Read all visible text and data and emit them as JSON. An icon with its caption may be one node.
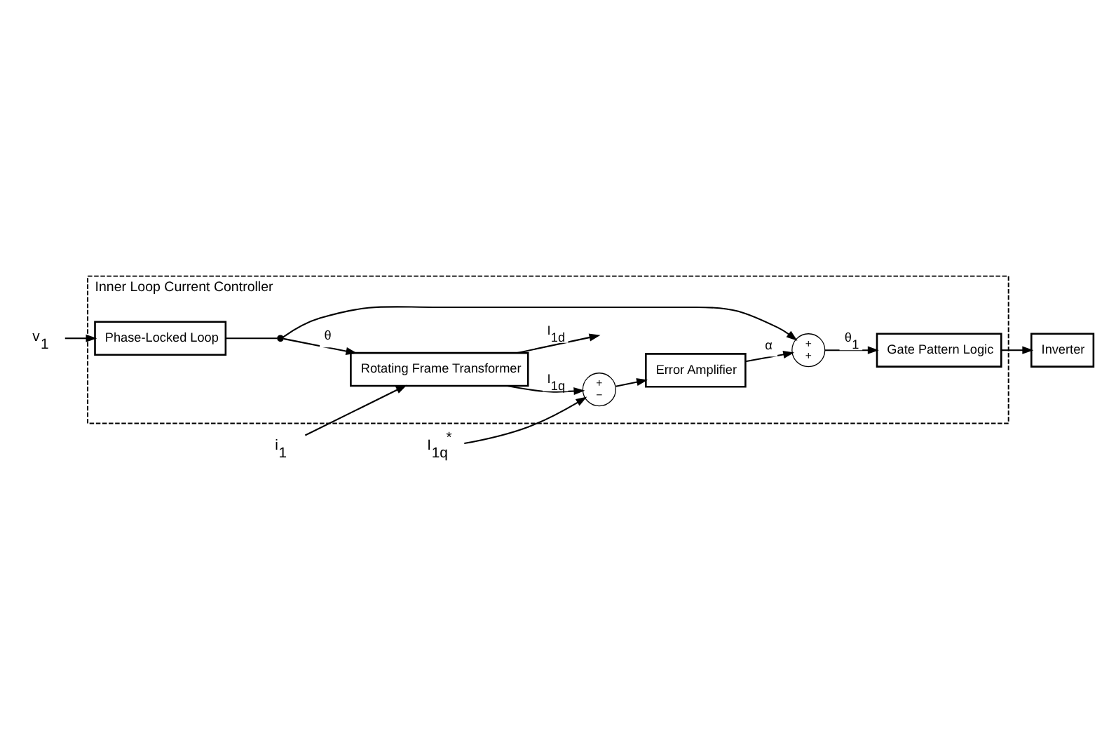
{
  "diagram": {
    "nodes": [
      {
        "text": [
          "Inner Loop Current Controller"
        ]
      },
      {
        "text": [
          "I$_{1q}$$^{*}$"
        ]
      },
      {
        "text": [
          "+",
          "−"
        ],
        "in": 0
      },
      {
        "text": [
          "Error Amplifier"
        ],
        "in": 0
      },
      {
        "text": [
          "Rotating Frame Transformer"
        ],
        "in": 0
      },
      {
        "text": [
          "i$_{1}$"
        ]
      },
      {
        "text": [],
        "shape": "circle",
        "in": 0
      },
      {
        "text": [
          "+",
          "+"
        ],
        "in": 0
      },
      {
        "text": [
          "Gate Pattern Logic"
        ],
        "in": 0
      },
      {
        "text": [
          "Inverter"
        ]
      },
      {
        "text": [
          "v$_{1}$"
        ]
      },
      {
        "text": [
          "Phase-Locked Loop"
        ],
        "in": 0
      }
    ],
    "edges": [
      {
        "from": 1,
        "to": 2,
        "arrow": "to"
      },
      {
        "from": 2,
        "to": 3,
        "arrow": "to"
      },
      {
        "from": 4,
        "to": 2,
        "arrow": "to",
        "label": "I$_{1q}$"
      },
      {
        "from": 4,
        "to": null,
        "arrow": "to",
        "label": "I$_{1d}$"
      },
      {
        "from": 5,
        "to": 4,
        "arrow": "to"
      },
      {
        "from": 3,
        "to": 7,
        "arrow": "to",
        "label": "α"
      },
      {
        "from": 6,
        "to": 4,
        "arrow": "to",
        "label": "θ"
      },
      {
        "from": 6,
        "to": 7,
        "arrow": "to"
      },
      {
        "from": 11,
        "to": 6,
        "arrow": "none"
      },
      {
        "from": 7,
        "to": 8,
        "arrow": "to",
        "label": "θ$_{1}$"
      },
      {
        "from": 8,
        "to": 9,
        "arrow": "to"
      },
      {
        "from": 10,
        "to": 11,
        "arrow": "to"
      }
    ]
  }
}
